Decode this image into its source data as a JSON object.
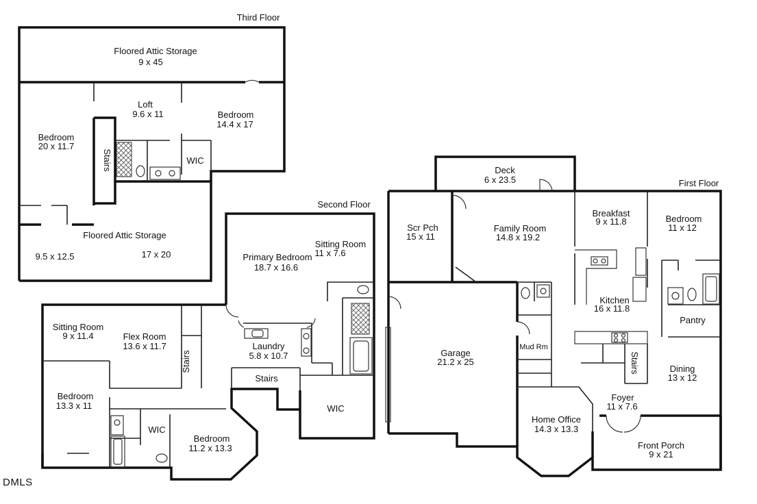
{
  "floors": {
    "third": "Third Floor",
    "second": "Second Floor",
    "first": "First Floor"
  },
  "rooms": {
    "attic_top": {
      "name": "Floored Attic Storage",
      "dims": "9 x 45"
    },
    "loft": {
      "name": "Loft",
      "dims": "9.6 x 11"
    },
    "bed3_right": {
      "name": "Bedroom",
      "dims": "14.4 x 17"
    },
    "bed3_left": {
      "name": "Bedroom",
      "dims": "20 x 11.7"
    },
    "stairs3": {
      "name": "Stairs"
    },
    "wic3": {
      "name": "WIC"
    },
    "attic_bottom": {
      "name": "Floored Attic Storage",
      "dims_left": "9.5 x 12.5",
      "dims_right": "17 x 20"
    },
    "sitting2_right": {
      "name": "Sitting Room",
      "dims": "11 x 7.6"
    },
    "primary_bed": {
      "name": "Primary Bedroom",
      "dims": "18.7 x 16.6"
    },
    "sitting2_left": {
      "name": "Sitting Room",
      "dims": "9 x 11.4"
    },
    "flex": {
      "name": "Flex Room",
      "dims": "13.6 x 11.7"
    },
    "stairs2a": {
      "name": "Stairs"
    },
    "laundry": {
      "name": "Laundry",
      "dims": "5.8 x 10.7"
    },
    "stairs2b": {
      "name": "Stairs"
    },
    "wic2_right": {
      "name": "WIC"
    },
    "bed2_left": {
      "name": "Bedroom",
      "dims": "13.3 x 11"
    },
    "wic2_left": {
      "name": "WIC"
    },
    "bed2_mid": {
      "name": "Bedroom",
      "dims": "11.2 x 13.3"
    },
    "deck": {
      "name": "Deck",
      "dims": "6 x 23.5"
    },
    "scr_pch": {
      "name": "Scr Pch",
      "dims": "15 x 11"
    },
    "family": {
      "name": "Family Room",
      "dims": "14.8 x 19.2"
    },
    "breakfast": {
      "name": "Breakfast",
      "dims": "9 x 11.8"
    },
    "bed1": {
      "name": "Bedroom",
      "dims": "11 x 12"
    },
    "kitchen": {
      "name": "Kitchen",
      "dims": "16 x 11.8"
    },
    "pantry": {
      "name": "Pantry"
    },
    "garage": {
      "name": "Garage",
      "dims": "21.2 x 25"
    },
    "mudrm": {
      "name": "Mud Rm"
    },
    "stairs1": {
      "name": "Stairs"
    },
    "dining": {
      "name": "Dining",
      "dims": "13 x 12"
    },
    "foyer": {
      "name": "Foyer",
      "dims": "11 x 7.6"
    },
    "office": {
      "name": "Home Office",
      "dims": "14.3 x 13.3"
    },
    "porch": {
      "name": "Front Porch",
      "dims": "9 x 21"
    }
  },
  "brand": "DMLS"
}
